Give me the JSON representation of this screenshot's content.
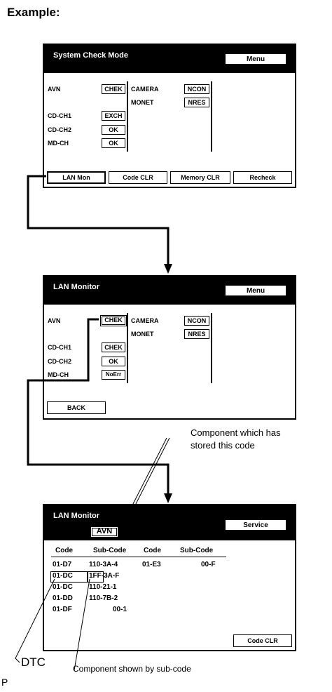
{
  "heading": "Example:",
  "panel1": {
    "title": "System Check Mode",
    "menu_label": "Menu",
    "left_labels": [
      "AVN",
      "CD-CH1",
      "CD-CH2",
      "MD-CH"
    ],
    "left_status": [
      "CHEK",
      "EXCH",
      "OK",
      "OK"
    ],
    "right_labels": [
      "CAMERA",
      "MONET"
    ],
    "right_status": [
      "NCON",
      "NRES"
    ],
    "buttons": [
      "LAN Mon",
      "Code CLR",
      "Memory CLR",
      "Recheck"
    ]
  },
  "panel2": {
    "title": "LAN Monitor",
    "menu_label": "Menu",
    "left_labels": [
      "AVN",
      "CD-CH1",
      "CD-CH2",
      "MD-CH"
    ],
    "left_status": [
      "CHEK",
      "CHEK",
      "OK",
      "NoErr"
    ],
    "right_labels": [
      "CAMERA",
      "MONET"
    ],
    "right_status": [
      "NCON",
      "NRES"
    ],
    "back_label": "BACK"
  },
  "panel3": {
    "title": "LAN Monitor",
    "component": "AVN",
    "service_label": "Service",
    "headers": [
      "Code",
      "Sub-Code",
      "Code",
      "Sub-Code"
    ],
    "rows": [
      [
        "01-D7",
        "110-3A-4",
        "01-E3",
        "00-F"
      ],
      [
        "01-DC",
        "1FF-3A-F",
        "",
        ""
      ],
      [
        "01-DC",
        "110-21-1",
        "",
        ""
      ],
      [
        "01-DD",
        "110-7B-2",
        "",
        ""
      ],
      [
        "01-DF",
        "00-1",
        "",
        ""
      ]
    ],
    "code_clr_label": "Code CLR"
  },
  "annotations": {
    "component_stored_line1": "Component which has",
    "component_stored_line2": "stored this code",
    "dtc": "DTC",
    "component_subcode": "Component shown by sub-code",
    "corner": "P"
  }
}
